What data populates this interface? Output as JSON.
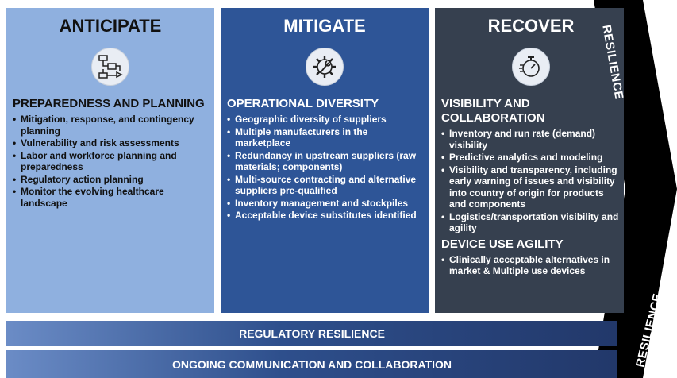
{
  "anticipate": {
    "title": "ANTICIPATE",
    "icon": "process-flow-icon",
    "section_title": "PREPAREDNESS AND PLANNING",
    "items": [
      "Mitigation, response, and contingency planning",
      "Vulnerability and risk assessments",
      "Labor and workforce planning and preparedness",
      "Regulatory action planning",
      "Monitor the evolving healthcare landscape"
    ]
  },
  "mitigate": {
    "title": "MITIGATE",
    "icon": "gear-wrench-icon",
    "section_title": "OPERATIONAL DIVERSITY",
    "items": [
      "Geographic diversity of suppliers",
      "Multiple manufacturers in the marketplace",
      "Redundancy in upstream suppliers (raw materials; components)",
      "Multi-source contracting and alternative suppliers pre-qualified",
      "Inventory management and stockpiles",
      "Acceptable device substitutes identified"
    ]
  },
  "recover": {
    "title": "RECOVER",
    "icon": "stopwatch-icon",
    "section1_title": "VISIBILITY AND COLLABORATION",
    "section1_items": [
      "Inventory and run rate (demand) visibility",
      "Predictive analytics and modeling",
      "Visibility and transparency, including early warning of issues and visibility into country of origin for products and components",
      "Logistics/transportation visibility and agility"
    ],
    "section2_title": "DEVICE USE AGILITY",
    "section2_items": [
      "Clinically acceptable alternatives in market & Multiple use devices"
    ]
  },
  "bands": {
    "regulatory": "REGULATORY RESILIENCE",
    "communication": "ONGOING COMMUNICATION AND COLLABORATION"
  },
  "chevron": {
    "top_label": "RESILIENCE",
    "bottom_label": "RESILIENCE"
  },
  "colors": {
    "anticipate_bg": "#8fb0df",
    "mitigate_bg": "#2e5597",
    "recover_bg": "#36404f",
    "chevron": "#000000"
  }
}
